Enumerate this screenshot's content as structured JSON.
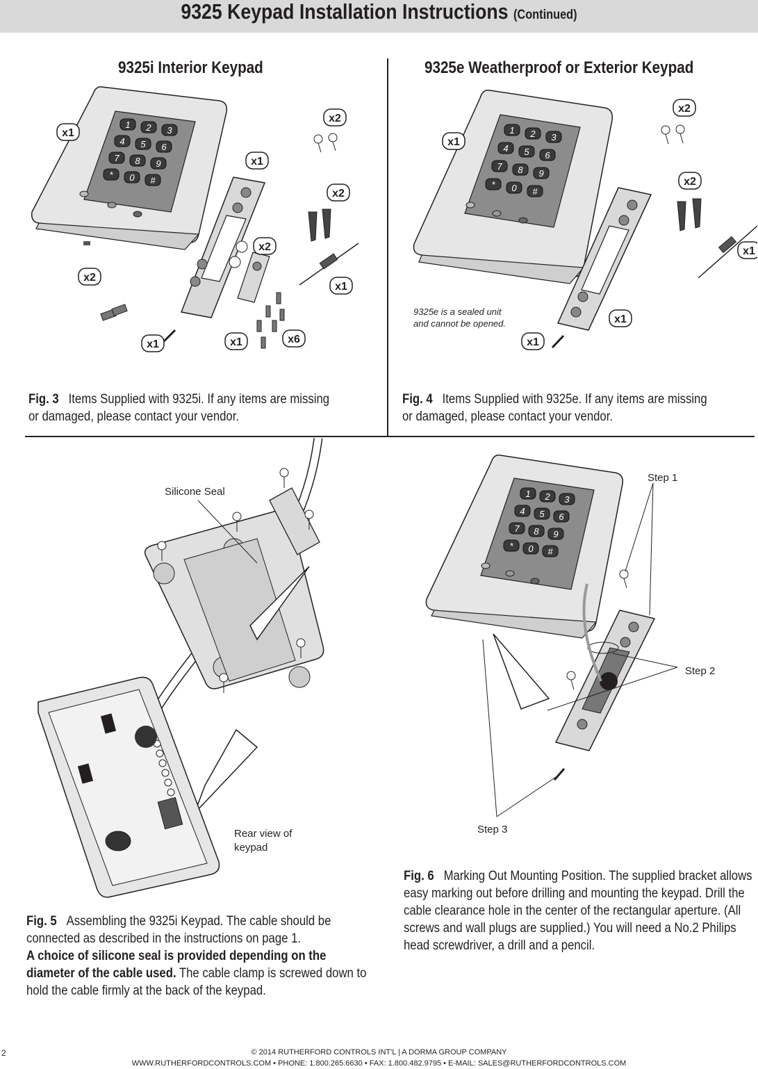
{
  "header": {
    "title": "9325 Keypad Installation Instructions",
    "continued": "(Continued)"
  },
  "left_title": "9325i Interior Keypad",
  "right_title": "9325e Weatherproof or Exterior Keypad",
  "fig3": {
    "label": "Fig. 3",
    "text": "Items Supplied with 9325i. If any items are missing or damaged, please contact your vendor.",
    "quantities": [
      "x1",
      "x2",
      "x1",
      "x2",
      "x2",
      "x1",
      "x2",
      "x1",
      "x1",
      "x6"
    ]
  },
  "fig4": {
    "label": "Fig. 4",
    "text": "Items Supplied with 9325e. If any items are missing or damaged, please contact your vendor.",
    "note_line1": "9325e is a sealed unit",
    "note_line2": "and cannot be opened.",
    "quantities": [
      "x1",
      "x2",
      "x2",
      "x1",
      "x1",
      "x1"
    ]
  },
  "fig5": {
    "label": "Fig. 5",
    "text1": "Assembling the 9325i Keypad. The cable should be connected as described in the instructions on page 1.",
    "bold": "A choice of silicone seal is provided depending on the diameter of the cable used.",
    "text2": "The cable clamp is screwed down to hold the cable firmly at the back of the keypad.",
    "callout_seal": "Silicone Seal",
    "callout_rear_1": "Rear view of",
    "callout_rear_2": "keypad"
  },
  "fig6": {
    "label": "Fig. 6",
    "text": "Marking Out Mounting Position. The supplied bracket allows easy marking out before drilling and mounting the keypad. Drill the cable clearance hole in the center of the rectangular aperture. (All screws and wall plugs are supplied.) You will need a No.2 Philips head screwdriver, a drill and a pencil.",
    "step1": "Step 1",
    "step2": "Step 2",
    "step3": "Step 3"
  },
  "keys": [
    "1",
    "2",
    "3",
    "4",
    "5",
    "6",
    "7",
    "8",
    "9",
    "*",
    "0",
    "#"
  ],
  "footer": {
    "line1": "© 2014 RUTHERFORD CONTROLS INT'L | A DORMA GROUP COMPANY",
    "line2": "WWW.RUTHERFORDCONTROLS.COM • PHONE: 1.800.265.6630 • FAX: 1.800.482.9795 • E-MAIL: SALES@RUTHERFORDCONTROLS.COM",
    "page": "2"
  }
}
